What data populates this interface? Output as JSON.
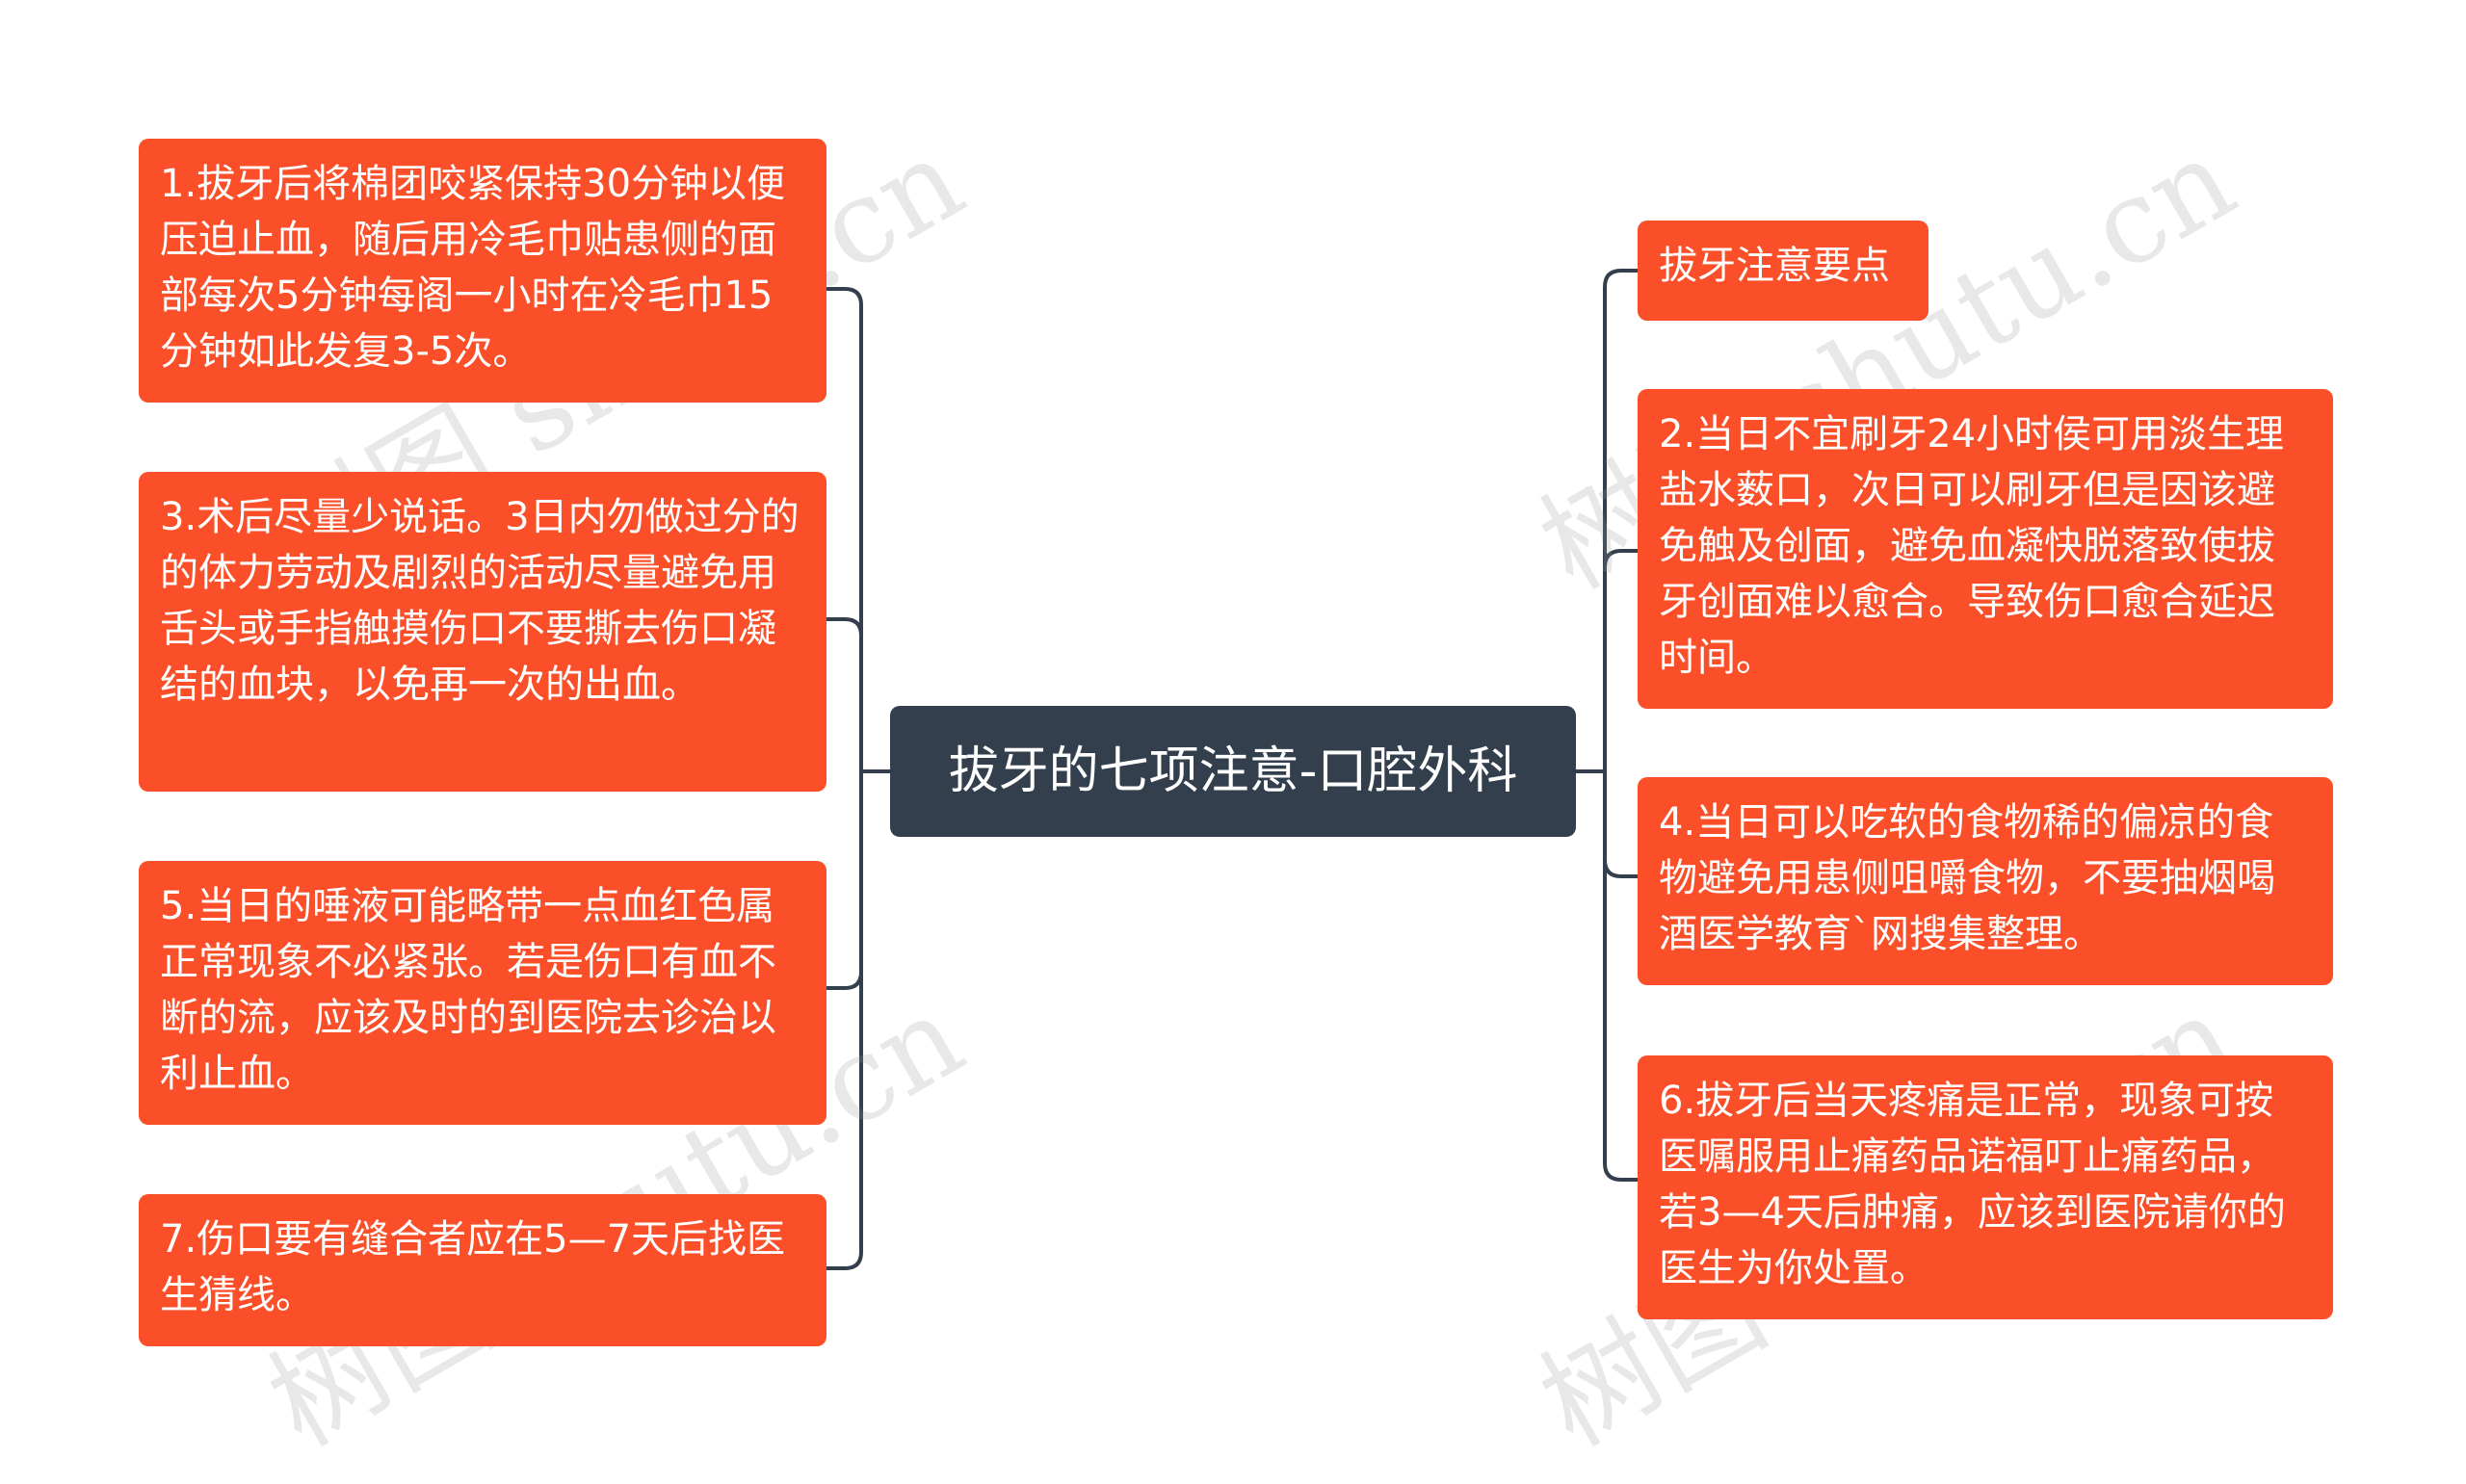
{
  "colors": {
    "node_bg": "#fa4f28",
    "center_bg": "#333f4c",
    "connector": "#333f4c",
    "node_text": "#ffffff"
  },
  "center": {
    "text": "拔牙的七项注意-口腔外科"
  },
  "left_nodes": [
    {
      "text": "1.拔牙后将棉团咬紧保持30分钟以便压迫止血，随后用冷毛巾贴患侧的面部每次5分钟每阁一小时在冷毛巾15分钟如此发复3-5次。"
    },
    {
      "text": "3.术后尽量少说话。3日内勿做过分的的体力劳动及剧烈的活动尽量避免用舌头或手指触摸伤口不要撕去伤口凝结的血块，以免再一次的出血。"
    },
    {
      "text": "5.当日的唾液可能略带一点血红色属正常现象不必紧张。若是伤口有血不断的流，应该及时的到医院去诊治以利止血。"
    },
    {
      "text": "7.伤口要有缝合者应在5—7天后找医生猜线。"
    }
  ],
  "right_nodes": [
    {
      "text": "拔牙注意要点"
    },
    {
      "text": "2.当日不宜刷牙24小时侯可用淡生理盐水薮口，次日可以刷牙但是因该避免触及创面，避免血凝快脱落致使拔牙创面难以愈合。导致伤口愈合延迟时间。"
    },
    {
      "text": "4.当日可以吃软的食物稀的偏凉的食物避免用患侧咀嚼食物，不要抽烟喝酒医学教育`网搜集整理。"
    },
    {
      "text": "6.拔牙后当天疼痛是正常，现象可按医嘱服用止痛药品诺福叮止痛药品，若3—4天后肿痛，应该到医院请你的医生为你处置。"
    }
  ],
  "watermarks": [
    "树图 shutu.cn",
    "树图 shutu.cn",
    "树图 shutu.cn",
    "树图 shutu.cn"
  ]
}
